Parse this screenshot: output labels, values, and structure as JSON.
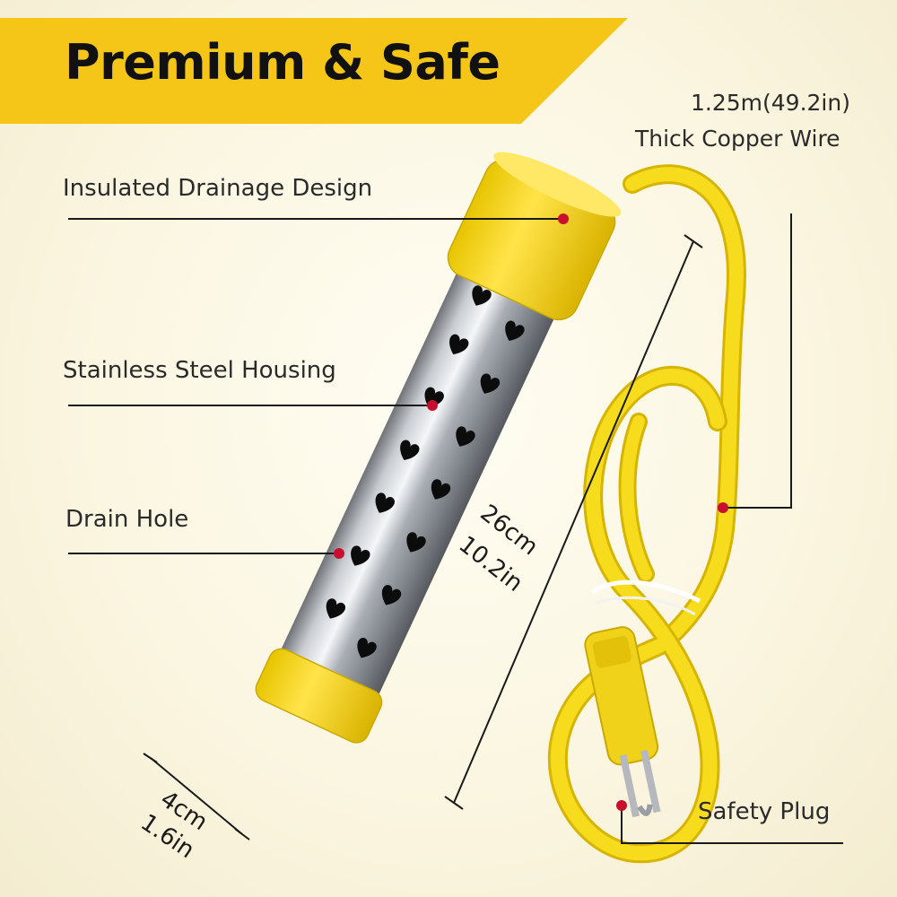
{
  "banner": {
    "title": "Premium & Safe",
    "color": "#f5c518"
  },
  "callouts": {
    "cable_length": "1.25m(49.2in)",
    "cable_wire": "Thick Copper Wire",
    "drainage": "Insulated Drainage Design",
    "housing": "Stainless Steel Housing",
    "drain_hole": "Drain Hole",
    "plug": "Safety Plug"
  },
  "dimensions": {
    "length_cm": "26cm",
    "length_in": "10.2in",
    "width_cm": "4cm",
    "width_in": "1.6in"
  },
  "colors": {
    "accent": "#f5c518",
    "marker": "#c8102e",
    "line": "#1a1a1a"
  }
}
